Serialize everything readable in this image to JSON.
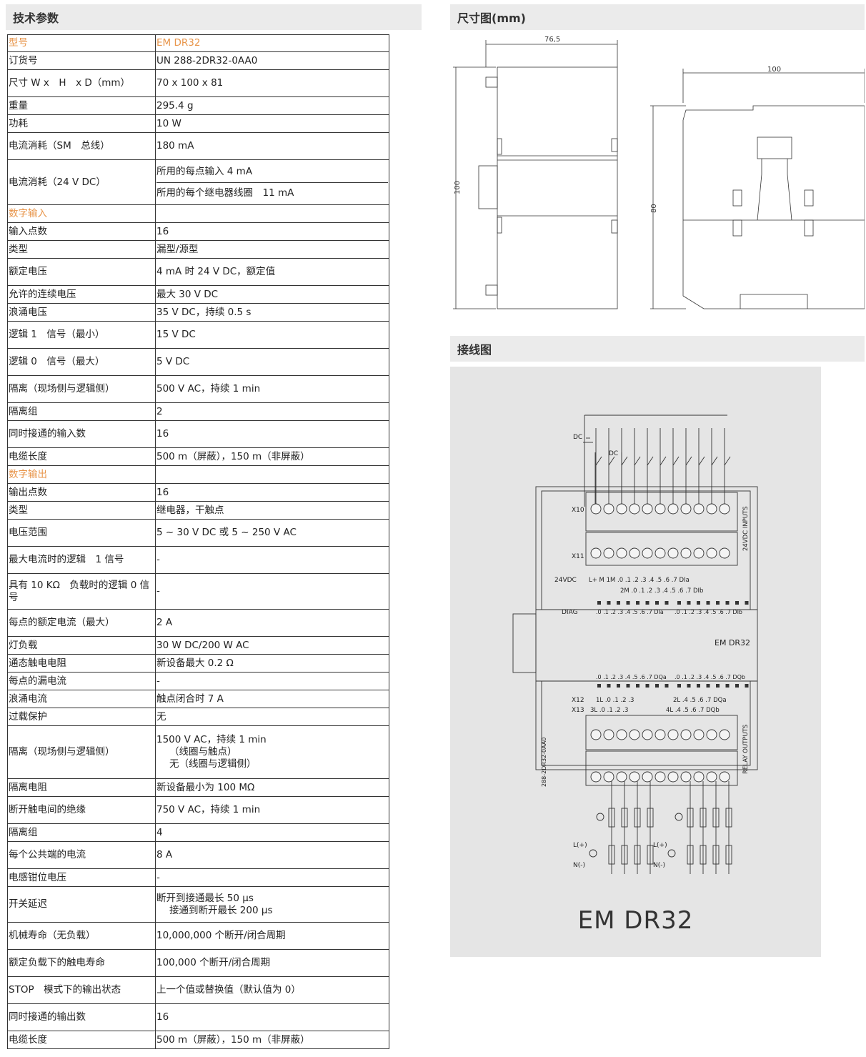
{
  "headers": {
    "tech_params": "技术参数",
    "dimensions": "尺寸图(mm)",
    "wiring": "接线图"
  },
  "spec_rows": [
    {
      "k": "型号",
      "v": [
        "EM DR32"
      ],
      "orange": true,
      "h": 24
    },
    {
      "k": "订货号",
      "v": [
        "UN 288-2DR32-0AA0"
      ],
      "h": 25
    },
    {
      "k": "尺寸 W x　H　x D（mm）",
      "v": [
        "70 x 100 x 81"
      ],
      "h": 38
    },
    {
      "k": "重量",
      "v": [
        "295.4 g"
      ],
      "h": 25
    },
    {
      "k": "功耗",
      "v": [
        "10 W"
      ],
      "h": 25
    },
    {
      "k": "电流消耗（SM　总线）",
      "v": [
        "180 mA"
      ],
      "h": 38
    },
    {
      "k": "电流消耗（24 V DC）",
      "v": [
        "所用的每点输入 4 mA",
        "所用的每个继电器线圈　11 mA"
      ],
      "h": 63,
      "split": true
    },
    {
      "k": "数字输入",
      "v": [
        ""
      ],
      "orange": true,
      "h": 25
    },
    {
      "k": "输入点数",
      "v": [
        "16"
      ],
      "h": 25
    },
    {
      "k": "类型",
      "v": [
        "漏型/源型"
      ],
      "h": 25
    },
    {
      "k": "额定电压",
      "v": [
        "4 mA 时 24 V DC，额定值"
      ],
      "h": 38
    },
    {
      "k": "允许的连续电压",
      "v": [
        "最大 30 V DC"
      ],
      "h": 25
    },
    {
      "k": "浪涌电压",
      "v": [
        "35 V DC，持续 0.5 s"
      ],
      "h": 25
    },
    {
      "k": "逻辑 1　信号（最小）",
      "v": [
        "15 V DC"
      ],
      "h": 38
    },
    {
      "k": "逻辑 0　信号（最大）",
      "v": [
        "5 V DC"
      ],
      "h": 38
    },
    {
      "k": "隔离（现场侧与逻辑侧）",
      "v": [
        "500 V AC，持续 1 min"
      ],
      "h": 38
    },
    {
      "k": "隔离组",
      "v": [
        "2"
      ],
      "h": 25
    },
    {
      "k": "同时接通的输入数",
      "v": [
        "16"
      ],
      "h": 38
    },
    {
      "k": "电缆长度",
      "v": [
        "500 m（屏蔽），150 m（非屏蔽）"
      ],
      "h": 25
    },
    {
      "k": "数字输出",
      "v": [
        ""
      ],
      "orange": true,
      "h": 25
    },
    {
      "k": "输出点数",
      "v": [
        "16"
      ],
      "h": 25
    },
    {
      "k": "类型",
      "v": [
        "继电器，干触点"
      ],
      "h": 25
    },
    {
      "k": "电压范围",
      "v": [
        "5 ~ 30 V DC 或 5 ~ 250 V AC"
      ],
      "h": 38
    },
    {
      "k": "最大电流时的逻辑　1 信号",
      "v": [
        "-"
      ],
      "h": 38
    },
    {
      "k": "具有 10 KΩ　负载时的逻辑 0 信号",
      "v": [
        "-"
      ],
      "h": 50
    },
    {
      "k": "每点的额定电流（最大）",
      "v": [
        "2 A"
      ],
      "h": 38
    },
    {
      "k": "灯负载",
      "v": [
        "30 W DC/200 W AC"
      ],
      "h": 25
    },
    {
      "k": "通态触电电阻",
      "v": [
        "新设备最大 0.2 Ω"
      ],
      "h": 25
    },
    {
      "k": "每点的漏电流",
      "v": [
        "-"
      ],
      "h": 25
    },
    {
      "k": "浪涌电流",
      "v": [
        "触点闭合时 7 A"
      ],
      "h": 25
    },
    {
      "k": "过载保护",
      "v": [
        "无"
      ],
      "h": 25
    },
    {
      "k": "隔离（现场侧与逻辑侧）",
      "v": [
        "1500 V AC，持续 1 min",
        "（线圈与触点）",
        "无（线圈与逻辑侧）"
      ],
      "h": 74,
      "indent": [
        false,
        true,
        true
      ]
    },
    {
      "k": "隔离电阻",
      "v": [
        "新设备最小为 100 MΩ"
      ],
      "h": 25
    },
    {
      "k": "断开触电间的绝缘",
      "v": [
        "750 V AC，持续 1 min"
      ],
      "h": 38
    },
    {
      "k": "隔离组",
      "v": [
        "4"
      ],
      "h": 25
    },
    {
      "k": "每个公共端的电流",
      "v": [
        "8 A"
      ],
      "h": 38
    },
    {
      "k": "电感钳位电压",
      "v": [
        "-"
      ],
      "h": 25
    },
    {
      "k": "开关延迟",
      "v": [
        "断开到接通最长 50 μs",
        "接通到断开最长 200 μs"
      ],
      "h": 50,
      "indent": [
        false,
        true
      ]
    },
    {
      "k": "机械寿命（无负载）",
      "v": [
        "10,000,000 个断开/闭合周期"
      ],
      "h": 38
    },
    {
      "k": "额定负载下的触电寿命",
      "v": [
        "100,000 个断开/闭合周期"
      ],
      "h": 38
    },
    {
      "k": "STOP　模式下的输出状态",
      "v": [
        "上一个值或替换值（默认值为 0）"
      ],
      "h": 38
    },
    {
      "k": "同时接通的输出数",
      "v": [
        "16"
      ],
      "h": 38
    },
    {
      "k": "电缆长度",
      "v": [
        "500 m（屏蔽），150 m（非屏蔽）"
      ],
      "h": 25
    }
  ],
  "dimensions": {
    "front_width": "76,5",
    "front_height": "100",
    "side_width": "100",
    "side_height": "80"
  },
  "wiring": {
    "model_title": "EM DR32",
    "x10": "X10",
    "x11": "X11",
    "x12": "X12",
    "x13": "X13",
    "dc1": "DC",
    "dc2": "DC",
    "vdc24": "24VDC",
    "diag": "DIAG",
    "module_label": "EM  DR32",
    "inputs_label": "24VDC  INPUTS",
    "outputs_label": "RELAY OUTPUTS",
    "order_no": "288-2DR32-0AA0",
    "row_in_top": "L+ M  1M .0 .1 .2 .3 .4 .5 .6 .7  DIa",
    "row_in_bot": "2M .0 .1 .2 .3 .4 .5 .6 .7  DIb",
    "led_dia": ".0 .1 .2 .3 .4 .5 .6 .7 DIa",
    "led_dib": ".0 .1 .2 .3 .4 .5 .6 .7 DIb",
    "led_dqa": ".0 .1 .2 .3 .4 .5 .6 .7 DQa",
    "led_dqb": ".0 .1 .2 .3 .4 .5 .6 .7 DQb",
    "row_out_a": "1L .0 .1 .2 .3",
    "row_out_a2": "2L .4 .5 .6 .7 DQa",
    "row_out_b": "3L .0 .1 .2 .3",
    "row_out_b2": "4L .4 .5 .6 .7 DQb",
    "lplus1": "L(+)",
    "nminus1": "N(-)",
    "lplus2": "L(+)",
    "nminus2": "N(-)"
  }
}
